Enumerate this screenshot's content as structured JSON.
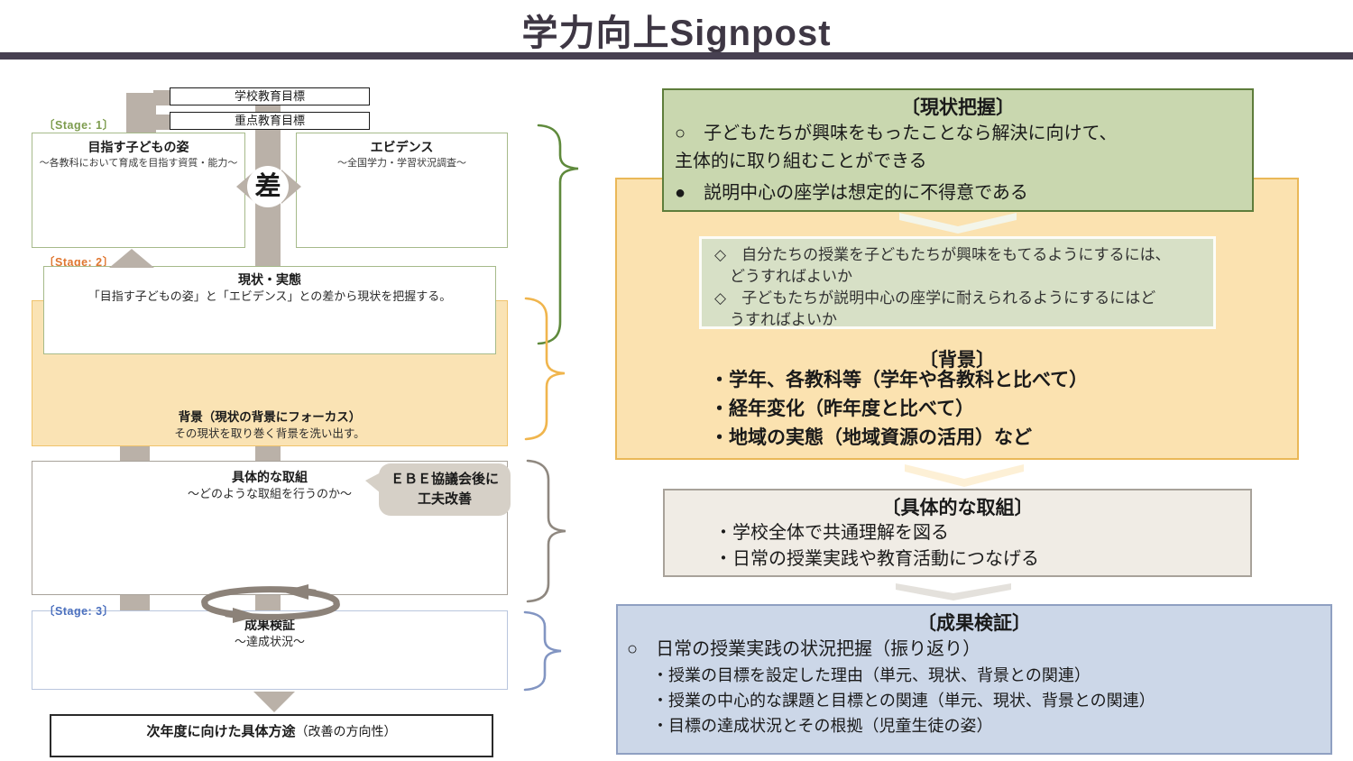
{
  "title": "学力向上Signpost",
  "left": {
    "school_goal": "学校教育目標",
    "priority_goal": "重点教育目標",
    "stage1": "〔Stage: 1〕",
    "stage2": "〔Stage: 2〕",
    "stage3": "〔Stage: 3〕",
    "target": {
      "title": "目指す子どもの姿",
      "subtitle": "～各教科において育成を目指す資質・能力～"
    },
    "evidence": {
      "title": "エビデンス",
      "subtitle": "～全国学力・学習状況調査～"
    },
    "diff": "差",
    "current": {
      "title": "現状・実態",
      "body": "「目指す子どもの姿」と「エビデンス」との差から現状を把握する。"
    },
    "background": {
      "title": "背景（現状の背景にフォーカス）",
      "body": "その現状を取り巻く背景を洗い出す。"
    },
    "initiatives": {
      "title": "具体的な取組",
      "subtitle": "～どのような取組を行うのか～"
    },
    "bubble": {
      "line1": "ＥＢＥ協議会後に",
      "line2": "工夫改善"
    },
    "verification": {
      "title": "成果検証",
      "subtitle": "～達成状況～"
    },
    "next_year": {
      "title": "次年度に向けた具体方途",
      "suffix": "（改善の方向性）"
    }
  },
  "right": {
    "grasp": {
      "title": "〔現状把握〕",
      "lines": [
        "○　子どもたちが興味をもったことなら解決に向けて、",
        "主体的に取り組むことができる",
        "●　説明中心の座学は想定的に不得意である"
      ]
    },
    "questions": [
      "◇　自分たちの授業を子どもたちが興味をもてるようにするには、",
      "　どうすればよいか",
      "◇　子どもたちが説明中心の座学に耐えられるようにするにはど",
      "　うすればよいか"
    ],
    "background": {
      "title": "〔背景〕",
      "bullets": [
        "・学年、各教科等（学年や各教科と比べて）",
        "・経年変化（昨年度と比べて）",
        "・地域の実態（地域資源の活用）など"
      ]
    },
    "initiatives": {
      "title": "〔具体的な取組〕",
      "bullets": [
        "・学校全体で共通理解を図る",
        "・日常の授業実践や教育活動につなげる"
      ]
    },
    "verification": {
      "title": "〔成果検証〕",
      "line": "○　日常の授業実践の状況把握（振り返り）",
      "bullets": [
        "・授業の目標を設定した理由（単元、現状、背景との関連）",
        "・授業の中心的な課題と目標との関連（単元、現状、背景との関連）",
        "・目標の達成状況とその根拠（児童生徒の姿）"
      ]
    }
  },
  "colors": {
    "title_text": "#3e3744",
    "title_bar": "#474051",
    "flow_band": "#bab1a8",
    "loop_arrow": "#8c8279",
    "stage1_label": "#7d9c4e",
    "stage2_label": "#e0762f",
    "stage3_label": "#4a6fbe",
    "grasp_bg": "#c9d7af",
    "grasp_border": "#5e7d3b",
    "background_bg": "#fbe2b0",
    "background_border": "#eab858",
    "questions_bg": "#d7e0c6",
    "initiatives_bg": "#f0ece5",
    "initiatives_border": "#a8a29a",
    "verification_bg": "#ccd7e8",
    "verification_border": "#8fa0c2",
    "brace_green": "#5f8a3c",
    "brace_orange": "#f0b54d",
    "brace_gray": "#8f8880",
    "brace_blue": "#8295c2",
    "bubble_bg": "#d6d0c7"
  }
}
